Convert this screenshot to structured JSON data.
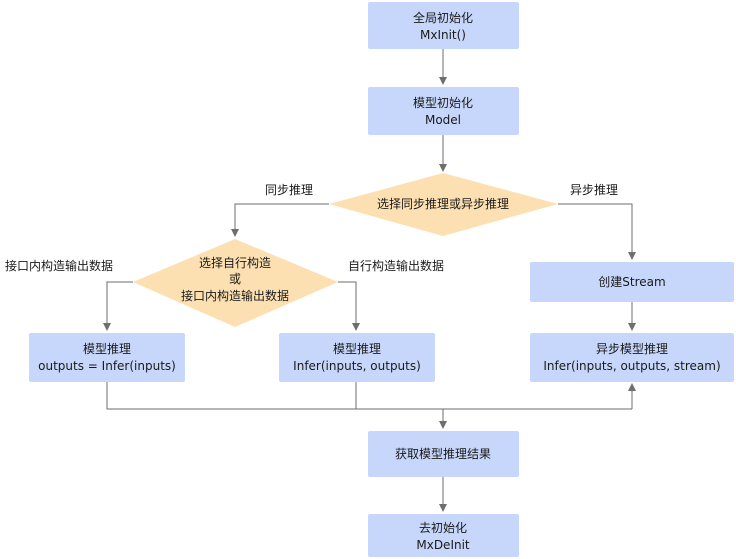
{
  "nodes": {
    "init": {
      "line1": "全局初始化",
      "line2": "MxInit()"
    },
    "model_init": {
      "line1": "模型初始化",
      "line2": "Model"
    },
    "choose_mode": {
      "line1": "选择同步推理或异步推理"
    },
    "choose_method": {
      "line1": "选择自行构造",
      "line2": "或",
      "line3": "接口内构造输出数据"
    },
    "create_stream": {
      "line1": "创建Stream"
    },
    "infer_interface": {
      "line1": "模型推理",
      "line2": "outputs = Infer(inputs)"
    },
    "infer_self": {
      "line1": "模型推理",
      "line2": "Infer(inputs, outputs)"
    },
    "infer_async": {
      "line1": "异步模型推理",
      "line2": "Infer(inputs, outputs, stream)"
    },
    "get_result": {
      "line1": "获取模型推理结果"
    },
    "deinit": {
      "line1": "去初始化",
      "line2": "MxDeInit"
    }
  },
  "edge_labels": {
    "sync": "同步推理",
    "async": "异步推理",
    "interface": "接口内构造输出数据",
    "self": "自行构造输出数据"
  },
  "colors": {
    "process_fill": "#c7d7fb",
    "decision_fill": "#fde0b1",
    "edge_stroke": "#6e6e6e",
    "text": "#1a1a1a"
  }
}
